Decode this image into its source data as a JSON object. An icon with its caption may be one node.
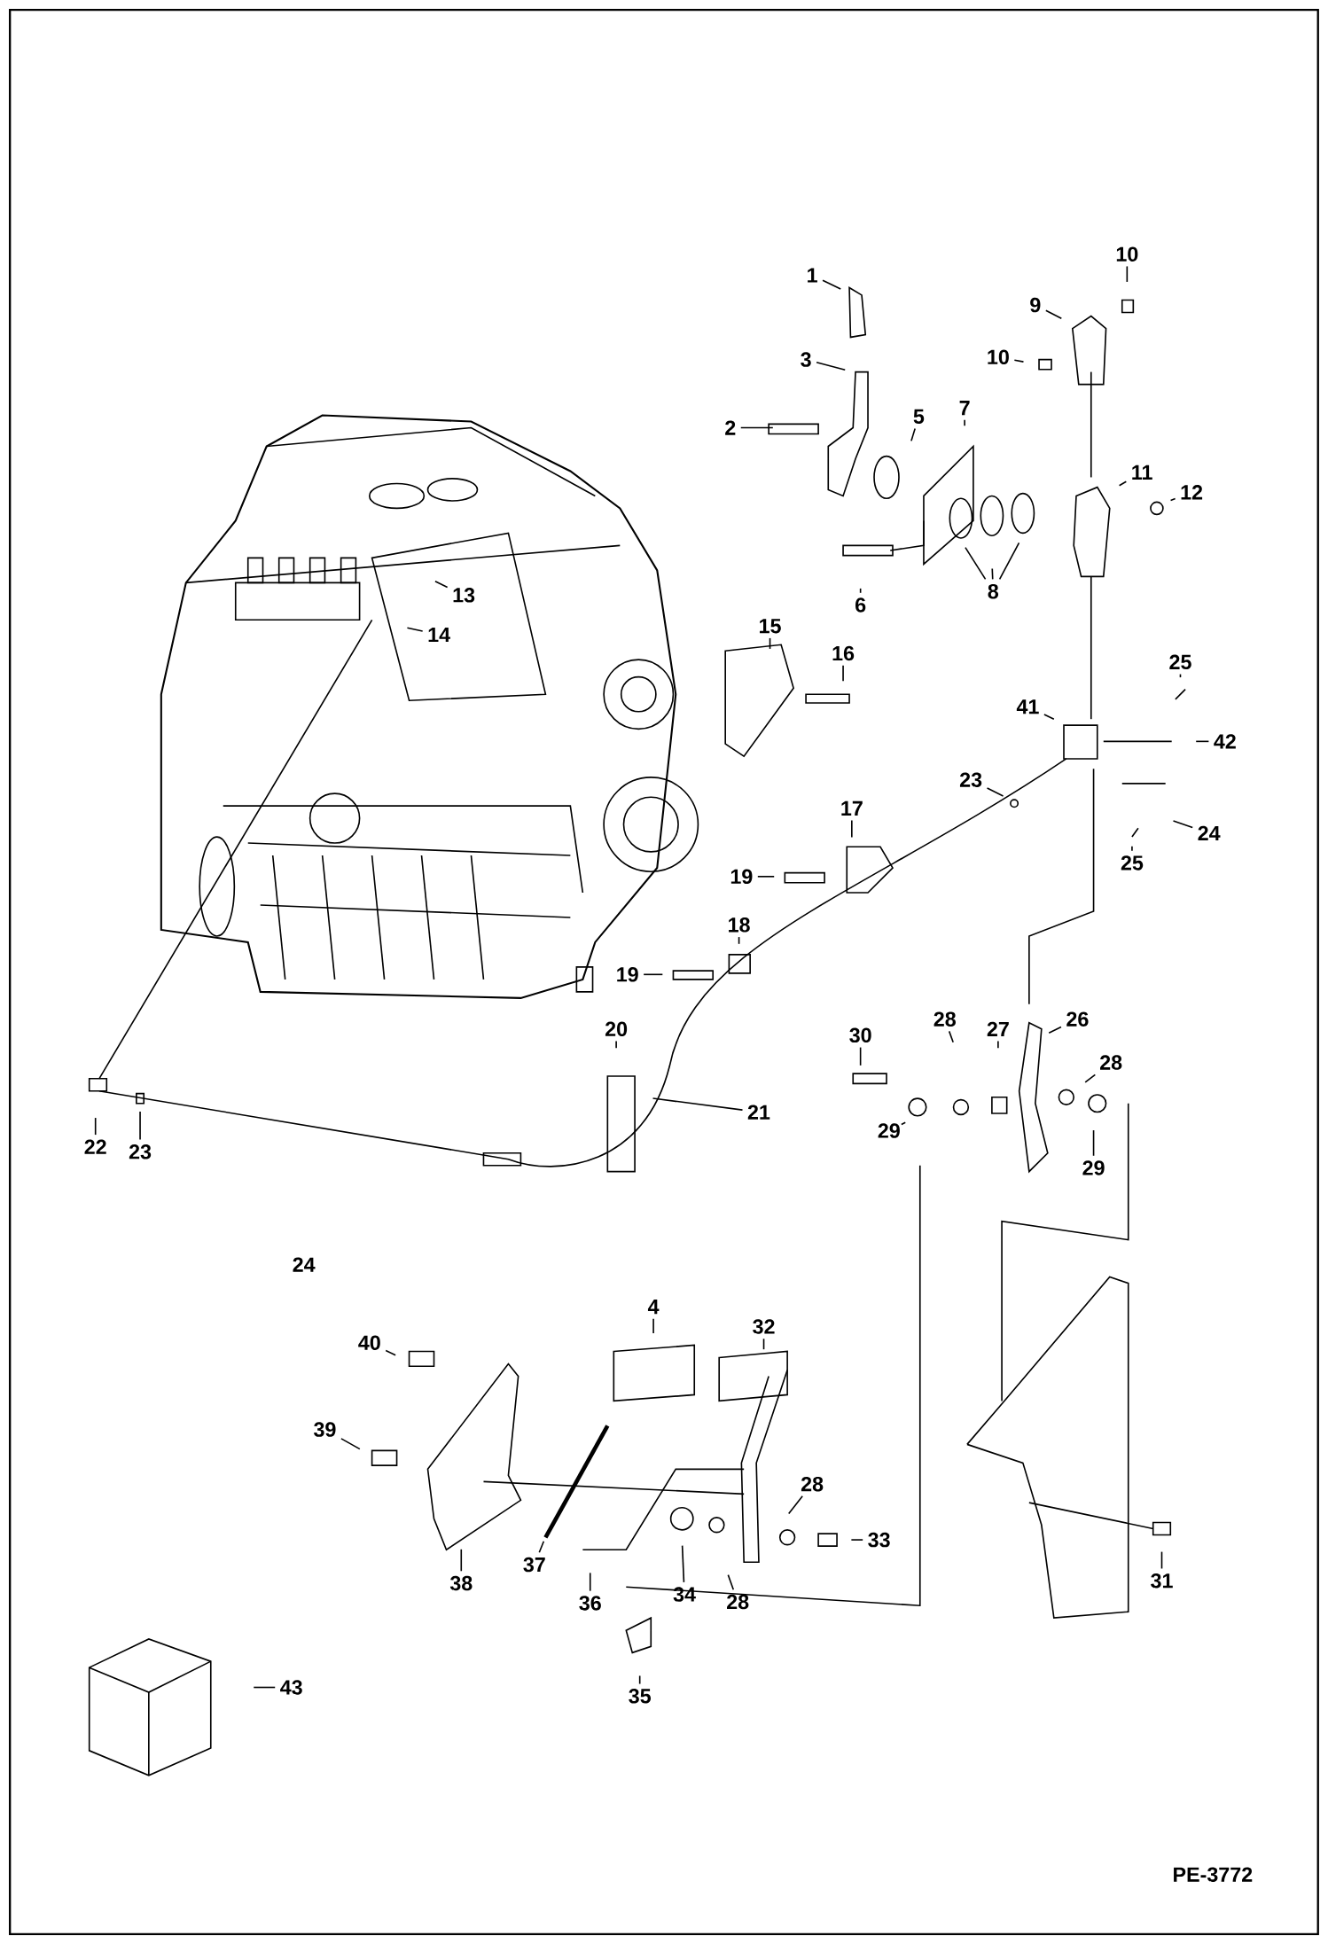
{
  "diagram": {
    "nodes": [
      {
        "text": [
          "1"
        ]
      },
      {
        "text": [
          "10"
        ]
      },
      {
        "text": [
          "9"
        ]
      },
      {
        "text": [
          "3"
        ]
      },
      {
        "text": [
          "10"
        ]
      },
      {
        "text": [
          "7"
        ]
      },
      {
        "text": [
          "5"
        ]
      },
      {
        "text": [
          "2"
        ]
      },
      {
        "text": [
          "11"
        ]
      },
      {
        "text": [
          "12"
        ]
      },
      {
        "text": [
          "8"
        ]
      },
      {
        "text": [
          "13"
        ]
      },
      {
        "text": [
          "6"
        ]
      },
      {
        "text": [
          "14"
        ]
      },
      {
        "text": [
          "15"
        ]
      },
      {
        "text": [
          "16"
        ]
      },
      {
        "text": [
          "25"
        ]
      },
      {
        "text": [
          "41"
        ]
      },
      {
        "text": [
          "42"
        ]
      },
      {
        "text": [
          "23"
        ]
      },
      {
        "text": [
          "17"
        ]
      },
      {
        "text": [
          "24"
        ]
      },
      {
        "text": [
          "25"
        ]
      },
      {
        "text": [
          "19"
        ]
      },
      {
        "text": [
          "18"
        ]
      },
      {
        "text": [
          "19"
        ]
      },
      {
        "text": [
          "20"
        ]
      },
      {
        "text": [
          "30"
        ]
      },
      {
        "text": [
          "28"
        ]
      },
      {
        "text": [
          "27"
        ]
      },
      {
        "text": [
          "26"
        ]
      },
      {
        "text": [
          "28"
        ]
      },
      {
        "text": [
          "21"
        ]
      },
      {
        "text": [
          "29"
        ]
      },
      {
        "text": [
          "22"
        ]
      },
      {
        "text": [
          "23"
        ]
      },
      {
        "text": [
          "29"
        ]
      },
      {
        "text": [
          "4"
        ]
      },
      {
        "text": [
          "32"
        ]
      },
      {
        "text": [
          "40"
        ]
      },
      {
        "text": [
          "39"
        ]
      },
      {
        "text": [
          "28"
        ]
      },
      {
        "text": [
          "33"
        ]
      },
      {
        "text": [
          "38"
        ]
      },
      {
        "text": [
          "37"
        ]
      },
      {
        "text": [
          "31"
        ]
      },
      {
        "text": [
          "34"
        ]
      },
      {
        "text": [
          "36"
        ]
      },
      {
        "text": [
          "28"
        ]
      },
      {
        "text": [
          "43"
        ]
      },
      {
        "text": [
          "35"
        ]
      }
    ],
    "edges": [
      {
        "from": 0,
        "to": null,
        "arrow": "none"
      },
      {
        "from": 1,
        "to": null,
        "arrow": "none"
      },
      {
        "from": 2,
        "to": null,
        "arrow": "none"
      },
      {
        "from": 3,
        "to": null,
        "arrow": "none"
      },
      {
        "from": 4,
        "to": null,
        "arrow": "none"
      },
      {
        "from": 5,
        "to": null,
        "arrow": "none"
      },
      {
        "from": 6,
        "to": null,
        "arrow": "none"
      },
      {
        "from": 7,
        "to": null,
        "arrow": "none"
      },
      {
        "from": 8,
        "to": null,
        "arrow": "none"
      },
      {
        "from": 9,
        "to": null,
        "arrow": "none"
      },
      {
        "from": 10,
        "to": null,
        "arrow": "none"
      },
      {
        "from": 10,
        "to": null,
        "arrow": "none"
      },
      {
        "from": 10,
        "to": null,
        "arrow": "none"
      },
      {
        "from": 11,
        "to": null,
        "arrow": "none"
      },
      {
        "from": 12,
        "to": null,
        "arrow": "none"
      },
      {
        "from": 13,
        "to": null,
        "arrow": "none"
      },
      {
        "from": 14,
        "to": null,
        "arrow": "none"
      },
      {
        "from": 15,
        "to": null,
        "arrow": "none"
      },
      {
        "from": 16,
        "to": null,
        "arrow": "none"
      },
      {
        "from": 17,
        "to": null,
        "arrow": "none"
      },
      {
        "from": 18,
        "to": null,
        "arrow": "none"
      },
      {
        "from": 19,
        "to": null,
        "arrow": "none"
      },
      {
        "from": 20,
        "to": null,
        "arrow": "none"
      },
      {
        "from": 21,
        "to": null,
        "arrow": "none"
      },
      {
        "from": 22,
        "to": null,
        "arrow": "none"
      },
      {
        "from": 23,
        "to": null,
        "arrow": "none"
      },
      {
        "from": 24,
        "to": null,
        "arrow": "none"
      },
      {
        "from": 25,
        "to": null,
        "arrow": "none"
      },
      {
        "from": 26,
        "to": null,
        "arrow": "none"
      },
      {
        "from": 27,
        "to": null,
        "arrow": "none"
      },
      {
        "from": 28,
        "to": null,
        "arrow": "none"
      },
      {
        "from": 29,
        "to": null,
        "arrow": "none"
      },
      {
        "from": 30,
        "to": null,
        "arrow": "none"
      },
      {
        "from": 31,
        "to": null,
        "arrow": "none"
      },
      {
        "from": 32,
        "to": null,
        "arrow": "none"
      },
      {
        "from": 33,
        "to": null,
        "arrow": "none"
      },
      {
        "from": 34,
        "to": null,
        "arrow": "none"
      },
      {
        "from": 35,
        "to": null,
        "arrow": "none"
      },
      {
        "from": 36,
        "to": null,
        "arrow": "none"
      },
      {
        "from": 37,
        "to": null,
        "arrow": "none"
      },
      {
        "from": 38,
        "to": null,
        "arrow": "none"
      },
      {
        "from": 39,
        "to": null,
        "arrow": "none"
      },
      {
        "from": 40,
        "to": null,
        "arrow": "none"
      },
      {
        "from": 41,
        "to": null,
        "arrow": "none"
      },
      {
        "from": 42,
        "to": null,
        "arrow": "none"
      },
      {
        "from": 43,
        "to": null,
        "arrow": "none"
      },
      {
        "from": 44,
        "to": null,
        "arrow": "none"
      },
      {
        "from": 45,
        "to": null,
        "arrow": "none"
      },
      {
        "from": 46,
        "to": null,
        "arrow": "none"
      },
      {
        "from": 47,
        "to": null,
        "arrow": "none"
      },
      {
        "from": 48,
        "to": null,
        "arrow": "none"
      },
      {
        "from": 49,
        "to": null,
        "arrow": "none"
      },
      {
        "from": 50,
        "to": null,
        "arrow": "none"
      }
    ],
    "labels": [
      "24",
      "PE-3772"
    ]
  }
}
